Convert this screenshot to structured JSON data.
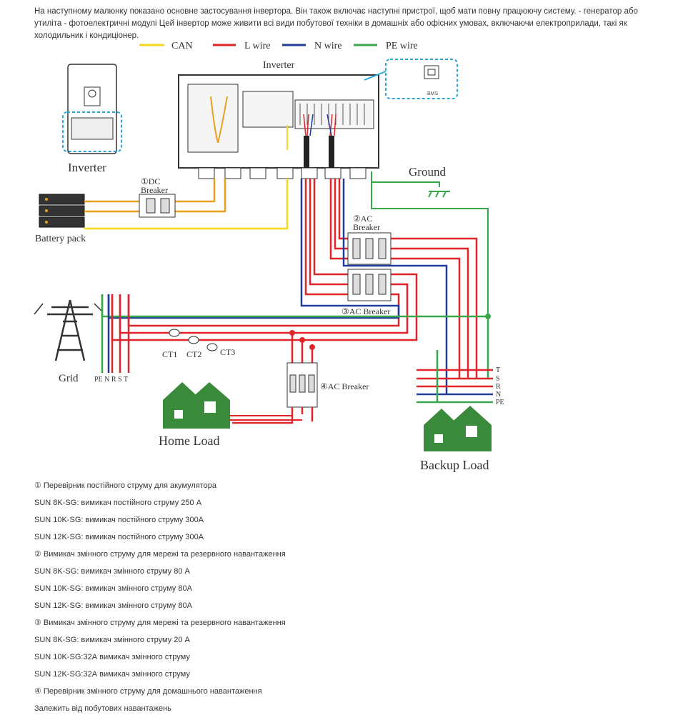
{
  "intro_text": "На наступному малюнку показано основне застосування інвертора. Він також включає наступні пристрої, щоб мати повну працюючу систему. - генератор або утиліта - фотоелектричні модулі Цей інвертор може живити всі види побутової техніки в домашніх або офісних умовах, включаючи електроприлади, такі як холодильник і кондиціонер.",
  "diagram": {
    "legend": [
      {
        "label": "CAN",
        "color": "#f5d820"
      },
      {
        "label": "L wire",
        "color": "#e0242a"
      },
      {
        "label": "N wire",
        "color": "#223a9a"
      },
      {
        "label": "PE wire",
        "color": "#3aa84a"
      }
    ],
    "labels": {
      "inverter_top": "Inverter",
      "inverter_left": "Inverter",
      "bms": "BMS",
      "dc_breaker_1": "①DC",
      "dc_breaker_2": "Breaker",
      "battery_pack": "Battery pack",
      "ground": "Ground",
      "ac_breaker2_1": "②AC",
      "ac_breaker2_2": "Breaker",
      "ac_breaker3": "③AC Breaker",
      "ac_breaker4": "④AC Breaker",
      "grid": "Grid",
      "grid_phases": "PE N R S T",
      "ct1": "CT1",
      "ct2": "CT2",
      "ct3": "CT3",
      "home_load": "Home Load",
      "backup_load": "Backup Load",
      "backup_t": "T",
      "backup_s": "S",
      "backup_r": "R",
      "backup_n": "N",
      "backup_pe": "PE"
    }
  },
  "notes": [
    "① Перевірник постійного струму для акумулятора",
    "SUN 8K-SG: вимикач постійного струму 250 А",
    "SUN 10K-SG: вимикач постійного струму 300А",
    "SUN 12K-SG: вимикач постійного струму 300А",
    "② Вимикач змінного струму для мережі та резервного навантаження",
    "SUN 8K-SG: вимикач змінного струму 80 А",
    "SUN 10K-SG: вимикач змінного струму 80А",
    "SUN 12K-SG: вимикач змінного струму 80А",
    "③ Вимикач змінного струму для мережі та резервного навантаження",
    "SUN 8K-SG: вимикач змінного струму 20 А",
    "SUN 10K-SG:32А вимикач змінного струму",
    "SUN 12K-SG:32А вимикач змінного струму",
    "④ Перевірник змінного струму для домашнього навантаження",
    "Залежить від побутових навантажень"
  ]
}
